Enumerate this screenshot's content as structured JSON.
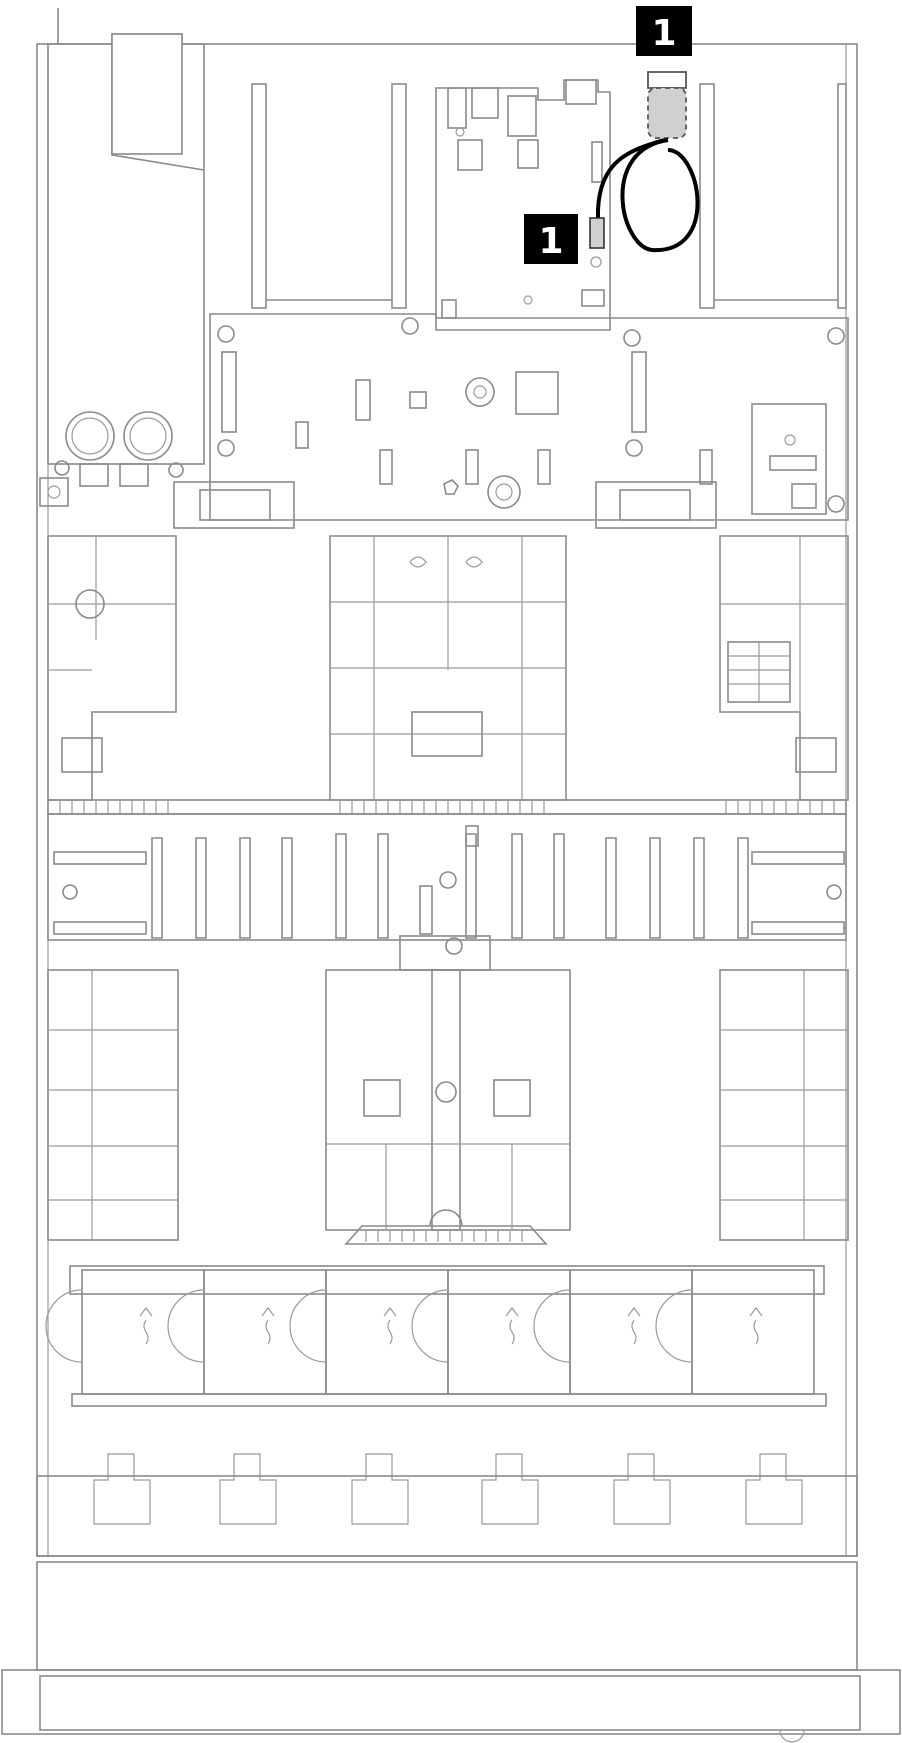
{
  "callouts": [
    {
      "id": "callout-1-top",
      "label": "1"
    },
    {
      "id": "callout-1-left",
      "label": "1"
    }
  ],
  "colors": {
    "outline": "#8a8a8a",
    "cable": "#000000",
    "callout_bg": "#000000",
    "callout_text": "#ffffff",
    "highlight_connector": "#d0d0d0"
  }
}
